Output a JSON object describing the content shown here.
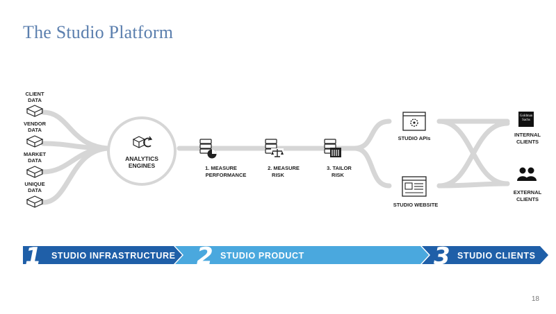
{
  "slide": {
    "title": "The Studio Platform",
    "page_number": "18"
  },
  "data_sources": [
    {
      "line1": "CLIENT",
      "line2": "DATA"
    },
    {
      "line1": "VENDOR",
      "line2": "DATA"
    },
    {
      "line1": "MARKET",
      "line2": "DATA"
    },
    {
      "line1": "UNIQUE",
      "line2": "DATA"
    }
  ],
  "engine": {
    "line1": "ANALYTICS",
    "line2": "ENGINES"
  },
  "steps": [
    {
      "line1": "1. MEASURE",
      "line2": "PERFORMANCE"
    },
    {
      "line1": "2. MEASURE",
      "line2": "RISK"
    },
    {
      "line1": "3. TAILOR",
      "line2": "RISK"
    }
  ],
  "delivery": {
    "apis": "STUDIO APIs",
    "website": "STUDIO WEBSITE"
  },
  "clients": {
    "internal": {
      "line1": "INTERNAL",
      "line2": "CLIENTS",
      "logo_line1": "Goldman",
      "logo_line2": "Sachs"
    },
    "external": {
      "line1": "EXTERNAL",
      "line2": "CLIENTS"
    }
  },
  "banner": [
    {
      "number": "1",
      "label": "STUDIO INFRASTRUCTURE",
      "color": "#1f5fa8"
    },
    {
      "number": "2",
      "label": "STUDIO PRODUCT",
      "color": "#4aa8de"
    },
    {
      "number": "3",
      "label": "STUDIO CLIENTS",
      "color": "#1f5fa8"
    }
  ],
  "colors": {
    "title": "#5b7fae",
    "flow_line": "#d6d6d6",
    "icon": "#222222"
  }
}
